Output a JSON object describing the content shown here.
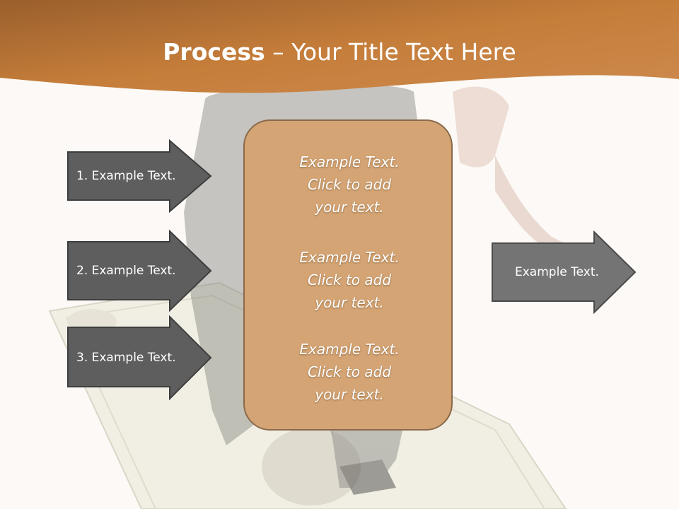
{
  "title": {
    "bold": "Process",
    "rest": " – Your Title Text Here"
  },
  "colors": {
    "header": "#c07a3a",
    "box": "#d4a474",
    "box_border": "#8a6a4c",
    "arrow_dark": "#5e5e5e",
    "arrow_light": "#747474"
  },
  "left_arrows": [
    {
      "label": "1. Example Text."
    },
    {
      "label": "2. Example Text."
    },
    {
      "label": "3. Example Text."
    }
  ],
  "center": {
    "blocks": [
      {
        "line1": "Example Text.",
        "line2": "Click  to add",
        "line3": "your text."
      },
      {
        "line1": "Example Text.",
        "line2": "Click  to add",
        "line3": "your text."
      },
      {
        "line1": "Example Text.",
        "line2": "Click  to add",
        "line3": "your text."
      }
    ]
  },
  "right_arrow": {
    "label": "Example Text."
  },
  "icons": {
    "background": "dollar-bill-person-photo"
  }
}
